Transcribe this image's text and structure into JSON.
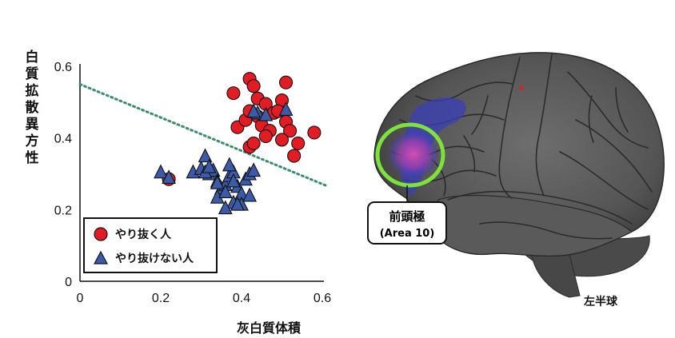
{
  "chart_data": {
    "type": "scatter",
    "ylabel": "白質拡散異方性",
    "xlabel": "灰白質体積",
    "xlim": [
      0,
      0.6
    ],
    "ylim": [
      0,
      0.6
    ],
    "xticks": [
      "0",
      "0.2",
      "0.4",
      "0.6"
    ],
    "yticks": [
      "0",
      "0.2",
      "0.4",
      "0.6"
    ],
    "legend_position": "bottom-left",
    "trend_line": {
      "x": [
        0,
        0.62
      ],
      "y": [
        0.55,
        0.265
      ],
      "style": "dotted",
      "color": "#3a8f6a"
    },
    "series": [
      {
        "name": "やり抜く人",
        "marker": "circle",
        "color": "#e31b23",
        "x": [
          0.22,
          0.38,
          0.42,
          0.43,
          0.44,
          0.46,
          0.48,
          0.51,
          0.5,
          0.39,
          0.41,
          0.44,
          0.45,
          0.47,
          0.49,
          0.51,
          0.52,
          0.54,
          0.58,
          0.42,
          0.43,
          0.46,
          0.5,
          0.53,
          0.42
        ],
        "y": [
          0.285,
          0.525,
          0.565,
          0.545,
          0.51,
          0.495,
          0.47,
          0.555,
          0.505,
          0.43,
          0.45,
          0.46,
          0.435,
          0.42,
          0.475,
          0.445,
          0.42,
          0.385,
          0.415,
          0.375,
          0.385,
          0.405,
          0.395,
          0.35,
          0.475
        ]
      },
      {
        "name": "やり抜けない人",
        "marker": "triangle",
        "color": "#3b5ba8",
        "x": [
          0.2,
          0.22,
          0.28,
          0.3,
          0.31,
          0.32,
          0.33,
          0.34,
          0.35,
          0.36,
          0.37,
          0.38,
          0.39,
          0.4,
          0.41,
          0.42,
          0.43,
          0.44,
          0.34,
          0.36,
          0.38,
          0.4,
          0.42,
          0.36,
          0.39,
          0.31,
          0.32,
          0.37,
          0.43,
          0.46,
          0.51,
          0.34,
          0.38
        ],
        "y": [
          0.305,
          0.29,
          0.305,
          0.315,
          0.35,
          0.3,
          0.31,
          0.28,
          0.26,
          0.27,
          0.295,
          0.305,
          0.265,
          0.245,
          0.285,
          0.3,
          0.31,
          0.47,
          0.235,
          0.25,
          0.22,
          0.215,
          0.24,
          0.205,
          0.215,
          0.305,
          0.32,
          0.325,
          0.475,
          0.465,
          0.48,
          0.275,
          0.28
        ]
      }
    ]
  },
  "brain": {
    "region_label": "前頭極",
    "region_sub": "(Area 10)",
    "hemisphere": "左半球",
    "highlight_color": "#7ee23c"
  }
}
